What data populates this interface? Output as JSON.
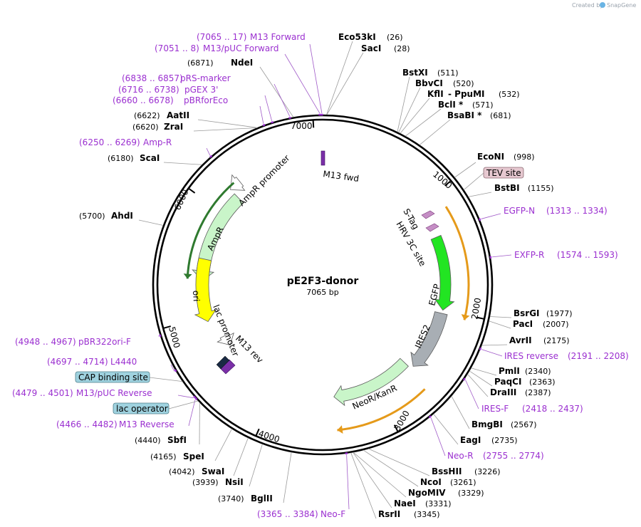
{
  "credit": "Created by",
  "brand": "SnapGene",
  "plasmid": {
    "name": "pE2F3-donor",
    "size_label": "7065 bp",
    "length": 7065
  },
  "ticks": [
    {
      "pos": 1000,
      "label": "1000"
    },
    {
      "pos": 2000,
      "label": "2000"
    },
    {
      "pos": 3000,
      "label": "3000"
    },
    {
      "pos": 4000,
      "label": "4000"
    },
    {
      "pos": 5000,
      "label": "5000"
    },
    {
      "pos": 6000,
      "label": "6000"
    },
    {
      "pos": 7000,
      "label": "7000"
    }
  ],
  "enzymes_right": [
    {
      "name": "Eco53kI",
      "pos": "(26)",
      "site": 26
    },
    {
      "name": "SacI",
      "pos": "(28)",
      "site": 28
    },
    {
      "name": "BstXI",
      "pos": "(511)",
      "site": 511
    },
    {
      "name": "BbvCI",
      "pos": "(520)",
      "site": 520
    },
    {
      "name": "KflI",
      "pos": "(532)",
      "site": 532,
      "extra": "-  PpuMI"
    },
    {
      "name": "BclI *",
      "pos": "(571)",
      "site": 571
    },
    {
      "name": "BsaBI *",
      "pos": "(681)",
      "site": 681
    },
    {
      "name": "EcoNI",
      "pos": "(998)",
      "site": 998
    },
    {
      "name": "BstBI",
      "pos": "(1155)",
      "site": 1155
    },
    {
      "name": "BsrGI",
      "pos": "(1977)",
      "site": 1977
    },
    {
      "name": "PacI",
      "pos": "(2007)",
      "site": 2007
    },
    {
      "name": "AvrII",
      "pos": "(2175)",
      "site": 2175
    },
    {
      "name": "PmlI",
      "pos": "(2340)",
      "site": 2340
    },
    {
      "name": "PaqCI",
      "pos": "(2363)",
      "site": 2363
    },
    {
      "name": "DraIII",
      "pos": "(2387)",
      "site": 2387
    },
    {
      "name": "BmgBI",
      "pos": "(2567)",
      "site": 2567
    },
    {
      "name": "EagI",
      "pos": "(2735)",
      "site": 2735
    },
    {
      "name": "BssHII",
      "pos": "(3226)",
      "site": 3226
    },
    {
      "name": "NcoI",
      "pos": "(3261)",
      "site": 3261
    },
    {
      "name": "NgoMIV",
      "pos": "(3329)",
      "site": 3329
    },
    {
      "name": "NaeI",
      "pos": "(3331)",
      "site": 3331
    },
    {
      "name": "RsrII",
      "pos": "(3345)",
      "site": 3345
    }
  ],
  "enzymes_left": [
    {
      "name": "NdeI",
      "pos": "(6871)",
      "site": 6871
    },
    {
      "name": "AatII",
      "pos": "(6622)",
      "site": 6622
    },
    {
      "name": "ZraI",
      "pos": "(6620)",
      "site": 6620
    },
    {
      "name": "ScaI",
      "pos": "(6180)",
      "site": 6180
    },
    {
      "name": "AhdI",
      "pos": "(5700)",
      "site": 5700
    },
    {
      "name": "SbfI",
      "pos": "(4440)",
      "site": 4440
    },
    {
      "name": "SpeI",
      "pos": "(4165)",
      "site": 4165
    },
    {
      "name": "SwaI",
      "pos": "(4042)",
      "site": 4042
    },
    {
      "name": "NsiI",
      "pos": "(3939)",
      "site": 3939
    },
    {
      "name": "BglII",
      "pos": "(3740)",
      "site": 3740
    }
  ],
  "primers_left": [
    {
      "range": "(7065 .. 17)",
      "name": "M13 Forward",
      "site": 7060
    },
    {
      "range": "(7051 .. 8)",
      "name": "M13/pUC Forward",
      "site": 7046
    },
    {
      "range": "(6838 .. 6857)",
      "name": "pRS-marker",
      "site": 6848
    },
    {
      "range": "(6716 .. 6738)",
      "name": "pGEX 3'",
      "site": 6727
    },
    {
      "range": "(6660 .. 6678)",
      "name": "pBRforEco",
      "site": 6669
    },
    {
      "range": "(6250 .. 6269)",
      "name": "Amp-R",
      "site": 6260
    },
    {
      "range": "(4948 .. 4967)",
      "name": "pBR322ori-F",
      "site": 4958
    },
    {
      "range": "(4697 .. 4714)",
      "name": "L4440",
      "site": 4705
    },
    {
      "range": "(4479 .. 4501)",
      "name": "M13/pUC Reverse",
      "site": 4490
    },
    {
      "range": "(4466 .. 4482)",
      "name": "M13 Reverse",
      "site": 4474
    },
    {
      "range": "(3365 .. 3384)",
      "name": "Neo-F",
      "site": 3375
    }
  ],
  "primers_right": [
    {
      "name": "EGFP-N",
      "range": "(1313 .. 1334)",
      "site": 1323
    },
    {
      "name": "EXFP-R",
      "range": "(1574 .. 1593)",
      "site": 1583
    },
    {
      "name": "IRES reverse",
      "range": "(2191 .. 2208)",
      "site": 2200
    },
    {
      "name": "IRES-F",
      "range": "(2418 .. 2437)",
      "site": 2427
    },
    {
      "name": "Neo-R",
      "range": "(2755 .. 2774)",
      "site": 2764
    }
  ],
  "boxed_labels": [
    {
      "text": "TEV site",
      "site": 1100,
      "fill": "#e6c8d0"
    },
    {
      "text": "CAP binding site",
      "site": 4620,
      "fill": "#9fd2df"
    },
    {
      "text": "lac operator",
      "site": 4455,
      "fill": "#9fd2df"
    }
  ],
  "features": [
    {
      "name": "AmpR",
      "start": 5338,
      "end": 6200,
      "strand": -1,
      "color": "#c9f5c9",
      "orf": true
    },
    {
      "name": "AmpR promoter",
      "start": 6200,
      "end": 6305,
      "strand": -1,
      "color": "#ffffff"
    },
    {
      "name": "ori",
      "start": 4950,
      "end": 5540,
      "strand": -1,
      "color": "#ffff00"
    },
    {
      "name": "lac promoter",
      "start": 4650,
      "end": 4760,
      "strand": -1,
      "color": "#ffffff"
    },
    {
      "name": "EGFP",
      "start": 1320,
      "end": 2000,
      "strand": 1,
      "color": "#22e522"
    },
    {
      "name": "IRES2",
      "start": 2030,
      "end": 2590,
      "strand": 1,
      "color": "#a8aeb4"
    },
    {
      "name": "NeoR/KanR",
      "start": 2620,
      "end": 3420,
      "strand": 1,
      "color": "#c9f5c9",
      "orf": true
    },
    {
      "name": "M13 fwd",
      "site": 20
    },
    {
      "name": "M13 rev",
      "site": 4480
    },
    {
      "name": "S-Tag",
      "site": 1175
    },
    {
      "name": "HRV 3C site",
      "site": 1245
    }
  ],
  "orfs": [
    {
      "start": 1130,
      "end": 2040,
      "strand": 1
    },
    {
      "start": 2660,
      "end": 3420,
      "strand": 1
    },
    {
      "start": 5350,
      "end": 6260,
      "strand": -1
    }
  ]
}
